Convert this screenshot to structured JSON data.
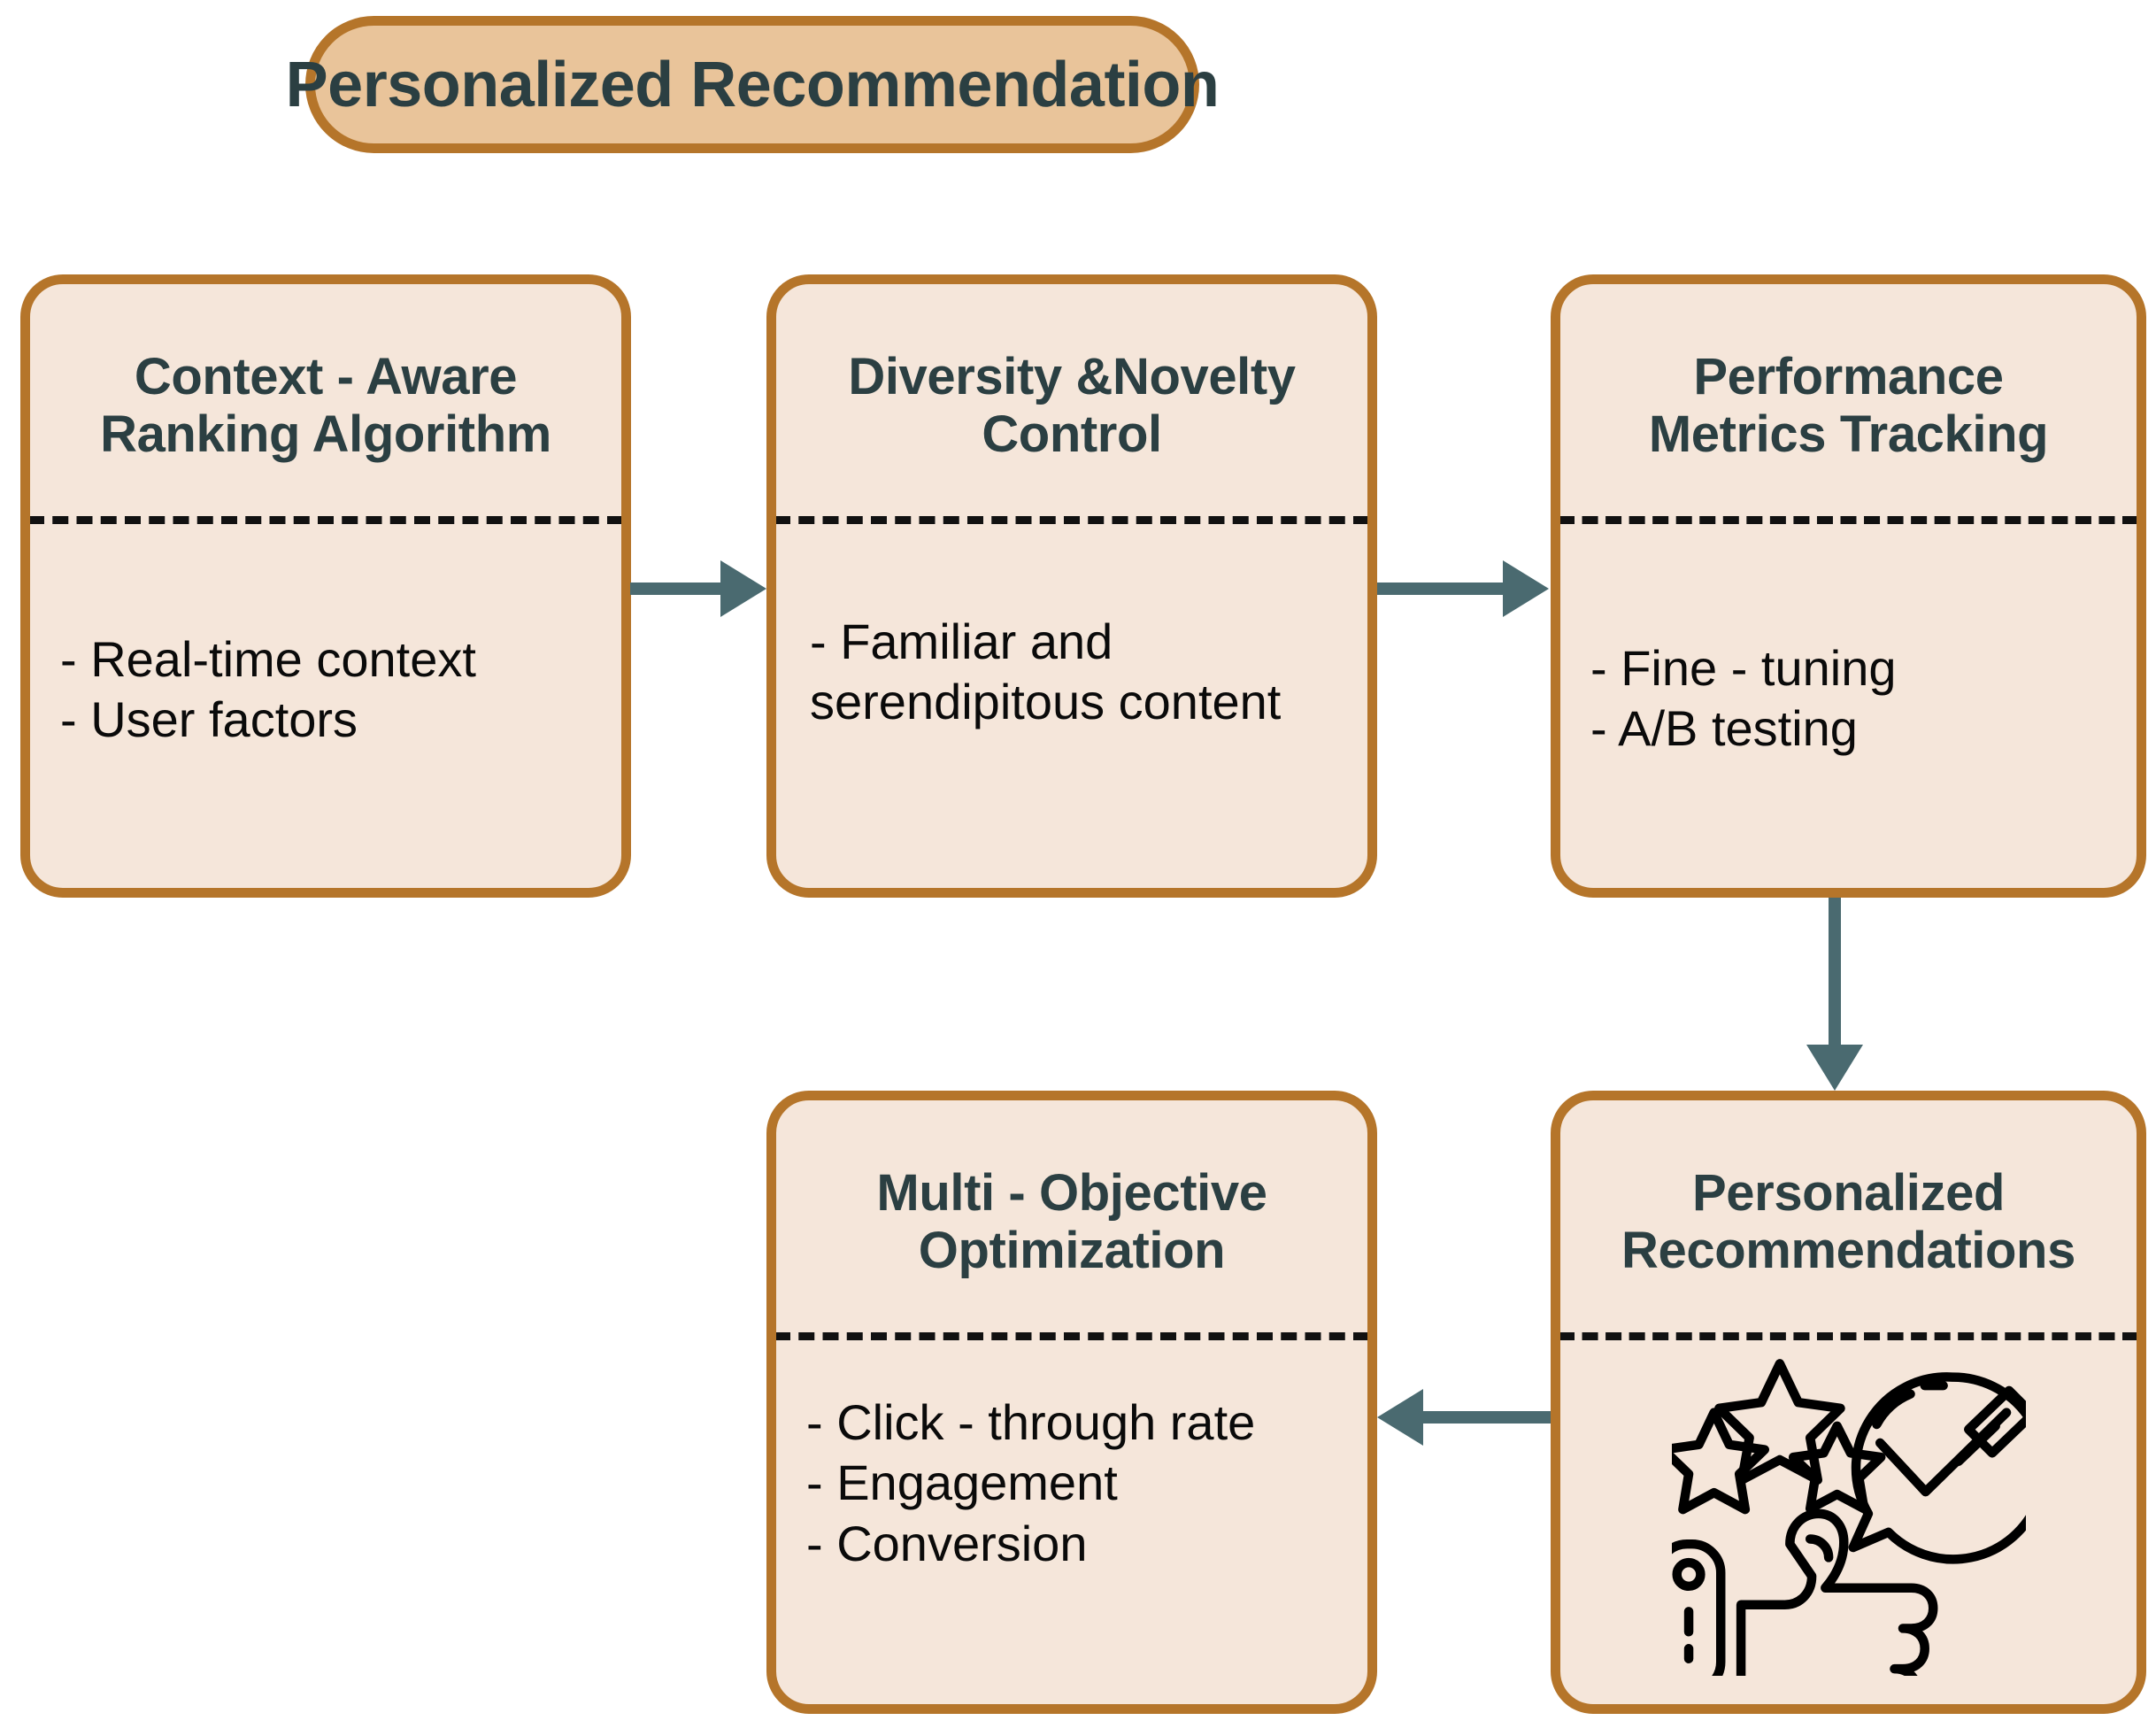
{
  "diagram": {
    "title": "Personalized Recommendation",
    "title_pill": {
      "fill": "#e9c49a",
      "border": "#b5752a",
      "text_color": "#2b3f42"
    },
    "node_style": {
      "fill": "#f5e6da",
      "border": "#b5752a",
      "header_color": "#2b3f42",
      "body_color": "#0a0a0a",
      "divider": "dashed-black"
    },
    "arrow_color": "#4a6a70"
  },
  "nodes": {
    "context": {
      "header_lines": [
        "Context - Aware",
        "Ranking Algorithm"
      ],
      "items": [
        "- Real-time context",
        "- User factors"
      ]
    },
    "diversity": {
      "header_lines": [
        "Diversity &Novelty",
        "Control"
      ],
      "items": [
        "-  Familiar and serendipitous content"
      ]
    },
    "metrics": {
      "header_lines": [
        "Performance",
        "Metrics Tracking"
      ],
      "items": [
        "- Fine - tuning",
        "- A/B testing"
      ]
    },
    "multi": {
      "header_lines": [
        "Multi - Objective",
        "Optimization"
      ],
      "items": [
        "- Click - through rate",
        "- Engagement",
        "- Conversion"
      ]
    },
    "personalized": {
      "header_lines": [
        "Personalized",
        "Recommendations"
      ],
      "icon": "thumbs-up-stars-review-icon"
    }
  },
  "arrows": [
    {
      "name": "context-to-diversity",
      "direction": "right"
    },
    {
      "name": "diversity-to-metrics",
      "direction": "right"
    },
    {
      "name": "metrics-to-personalized",
      "direction": "down"
    },
    {
      "name": "personalized-to-multi",
      "direction": "left"
    }
  ]
}
